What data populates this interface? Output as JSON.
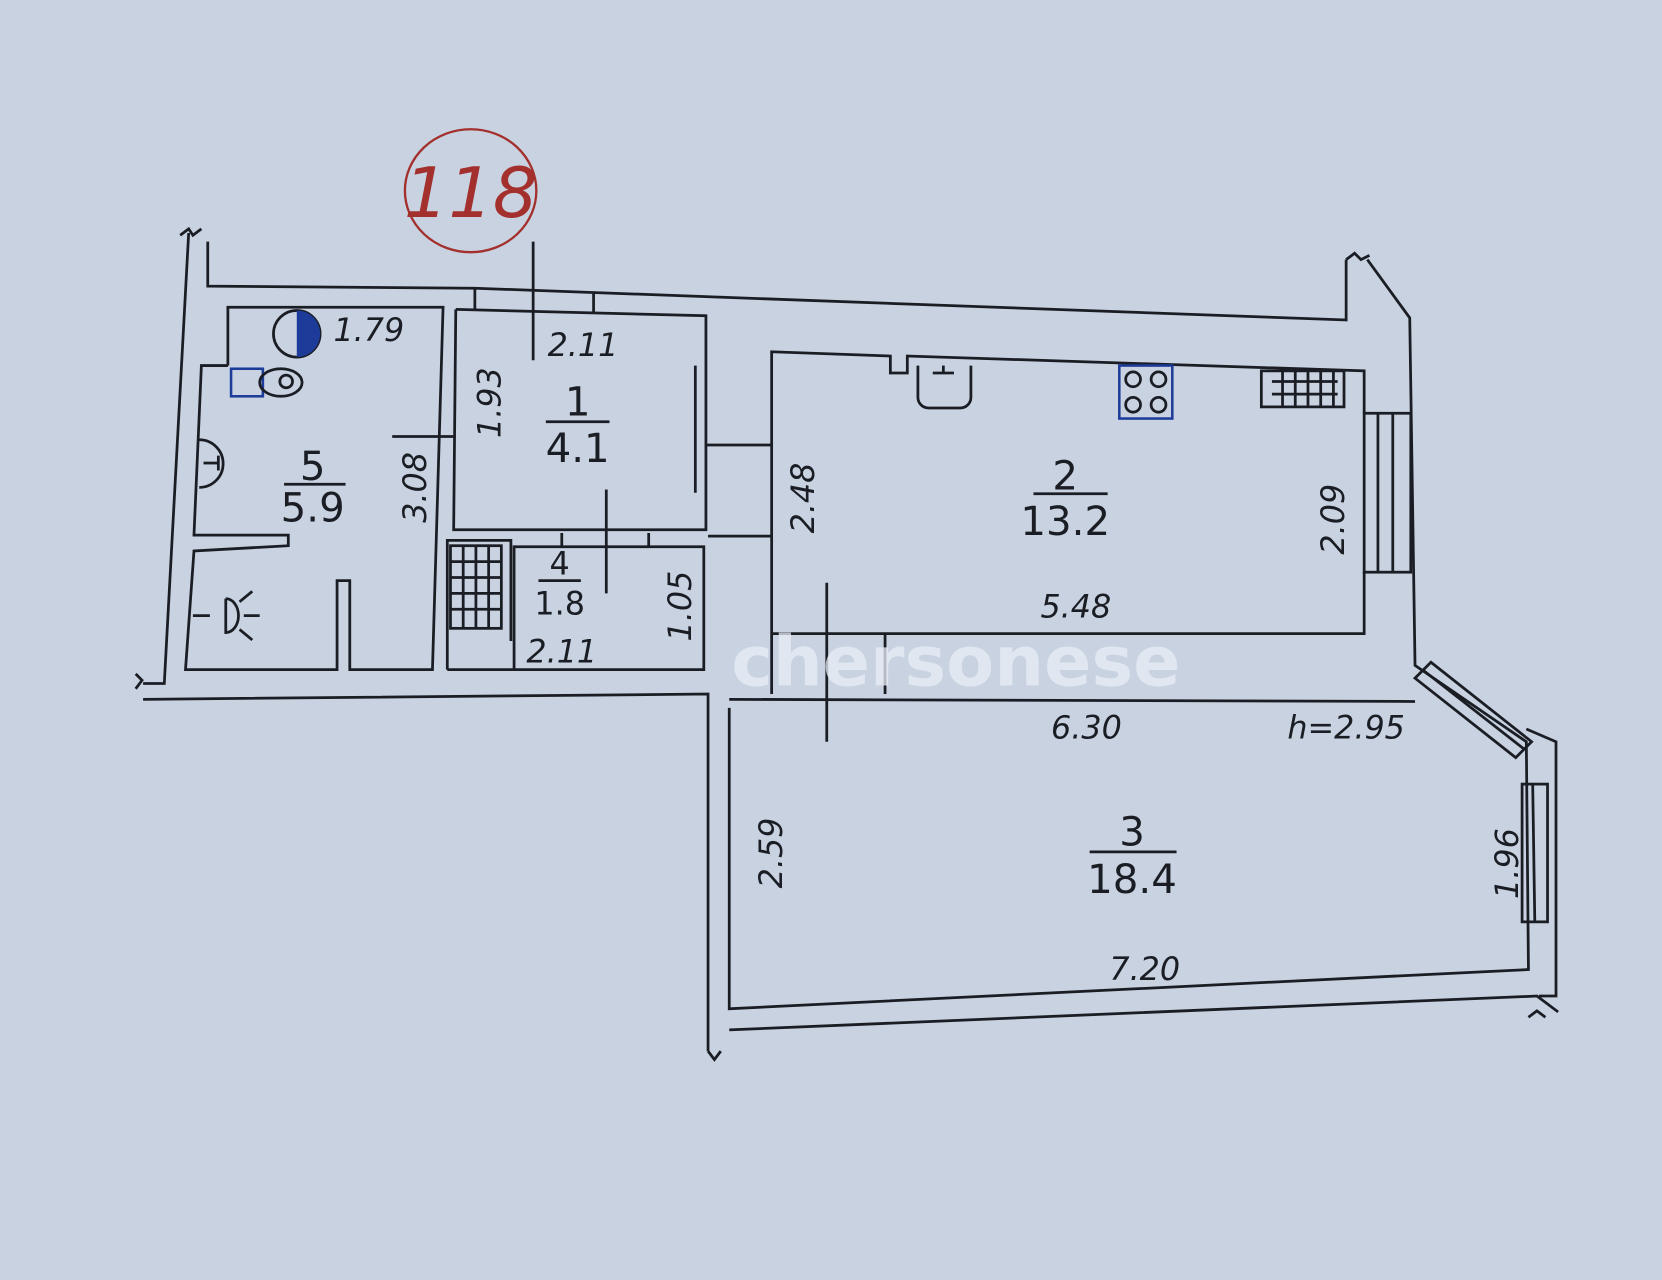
{
  "plan_number": "118",
  "watermark": "chersonese",
  "ceiling_height": "h=2.95",
  "rooms": [
    {
      "number": "1",
      "area": "4.1"
    },
    {
      "number": "2",
      "area": "13.2"
    },
    {
      "number": "3",
      "area": "18.4"
    },
    {
      "number": "4",
      "area": "1.8"
    },
    {
      "number": "5",
      "area": "5.9"
    }
  ],
  "dimensions": {
    "bath_top": "1.79",
    "room1_top": "2.11",
    "room1_side": "1.93",
    "bath_side": "3.08",
    "room4_bottom": "2.11",
    "room4_side": "1.05",
    "kitchen_left": "2.48",
    "kitchen_right": "2.09",
    "kitchen_bottom": "5.48",
    "living_top": "6.30",
    "living_left": "2.59",
    "living_right": "1.96",
    "living_bottom": "7.20"
  },
  "colors": {
    "paper": "#c8d2e1",
    "lines": "#1b1d24",
    "fixtures": "#1d3c9a",
    "stamp": "#a3302c"
  }
}
